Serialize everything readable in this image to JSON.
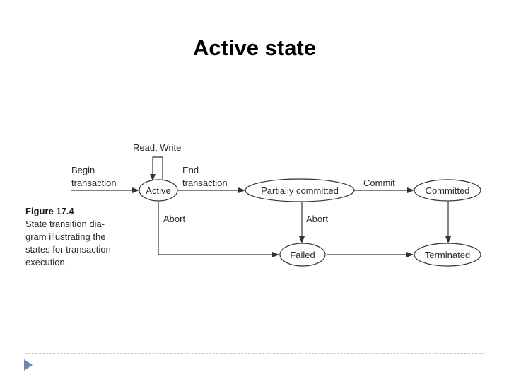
{
  "slide": {
    "title": "Active state"
  },
  "figure": {
    "caption_title": "Figure 17.4",
    "caption_lines": [
      "State transition dia-",
      "gram illustrating the",
      "states for transaction",
      "execution."
    ]
  },
  "states": {
    "active": "Active",
    "partially_committed": "Partially committed",
    "committed": "Committed",
    "failed": "Failed",
    "terminated": "Terminated"
  },
  "transitions": {
    "begin": [
      "Begin",
      "transaction"
    ],
    "read_write": "Read, Write",
    "end": [
      "End",
      "transaction"
    ],
    "commit": "Commit",
    "abort_active": "Abort",
    "abort_partial": "Abort"
  },
  "colors": {
    "bullet": "#6b88b4",
    "divider": "#c8c8c8",
    "stroke": "#333333"
  }
}
